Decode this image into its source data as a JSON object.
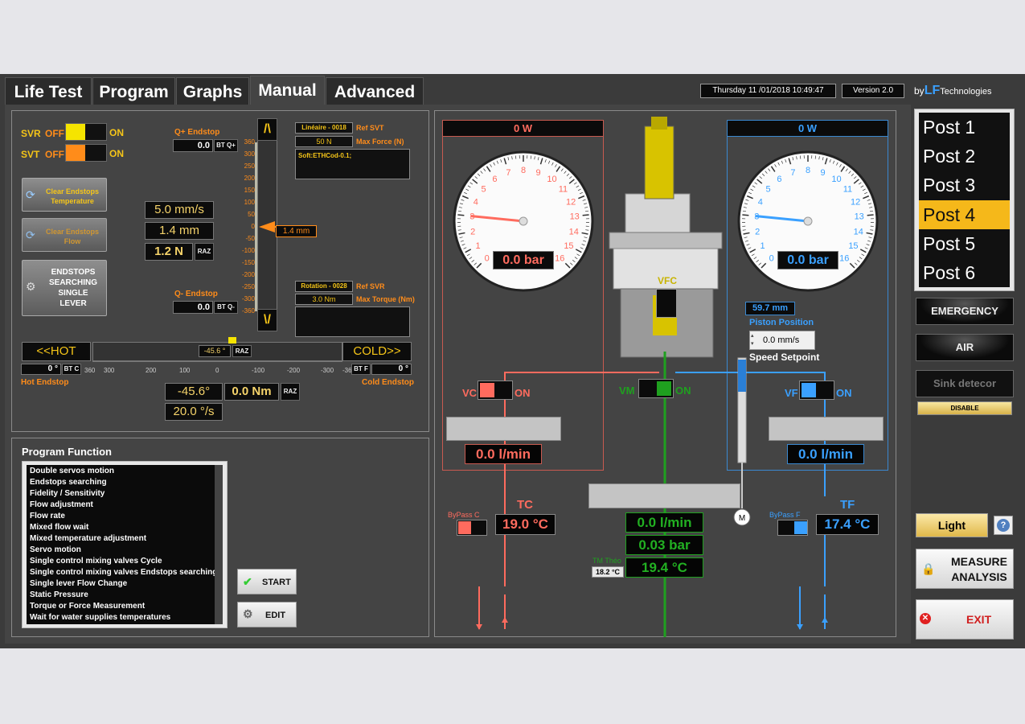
{
  "tabs": [
    "Life Test",
    "Program",
    "Graphs",
    "Manual",
    "Advanced"
  ],
  "header": {
    "datetime": "Thursday 11 /01/2018 10:49:47",
    "version": "Version 2.0",
    "logo_by": "by",
    "logo_lf": "LF",
    "logo_tech": "Technologies"
  },
  "posts": [
    "Post 1",
    "Post 2",
    "Post 3",
    "Post 4",
    "Post 5",
    "Post 6"
  ],
  "active_post": "Post 4",
  "side": {
    "emergency": "EMERGENCY",
    "air": "AIR",
    "sink": "Sink detecor",
    "disable": "DISABLE",
    "light": "Light",
    "help": "?",
    "measure_1": "MEASURE",
    "measure_2": "ANALYSIS",
    "exit": "EXIT"
  },
  "manual": {
    "svr": "SVR",
    "svt": "SVT",
    "off": "OFF",
    "on": "ON",
    "clear_temp_1": "Clear Endstops",
    "clear_temp_2": "Temperature",
    "clear_flow_1": "Clear Endstops",
    "clear_flow_2": "Flow",
    "endstops_1": "ENDSTOPS",
    "endstops_2": "SEARCHING",
    "endstops_3": "SINGLE",
    "endstops_4": "LEVER",
    "q_plus_label": "Q+ Endstop",
    "q_plus_value": "0.0",
    "bt_q_plus": "BT Q+",
    "q_minus_label": "Q- Endstop",
    "q_minus_value": "0.0",
    "bt_q_minus": "BT Q-",
    "speed": "5.0 mm/s",
    "position": "1.4 mm",
    "force": "1.2 N",
    "raz": "RAZ",
    "pointer_value": "1.4 mm",
    "scale_ticks": [
      "360",
      "300",
      "250",
      "200",
      "150",
      "100",
      "50",
      "0",
      "-50",
      "-100",
      "-150",
      "-200",
      "-250",
      "-300",
      "-360"
    ],
    "up": "/\\",
    "down": "\\/",
    "ref_svt_combo": "Linéaire - 0018",
    "ref_svt": "Ref SVT",
    "max_force_value": "50 N",
    "max_force": "Max Force (N)",
    "soft_text": "Soft:ETHCod-0.1;",
    "ref_svr_combo": "Rotation - 0028",
    "ref_svr": "Ref SVR",
    "max_torque_value": "3.0 Nm",
    "max_torque": "Max Torque (Nm)",
    "hot": "<<HOT",
    "cold": "COLD>>",
    "slider_value": "-45.6 °",
    "hot_value": "0 °",
    "bt_c": "BT C",
    "hot_endstop": "Hot Endstop",
    "cold_value": "0 °",
    "bt_f": "BT F",
    "cold_endstop": "Cold Endstop",
    "h_ticks": [
      "360",
      "300",
      "200",
      "100",
      "0",
      "-100",
      "-200",
      "-300",
      "-360"
    ],
    "angle": "-45.6°",
    "torque": "0.0 Nm",
    "ang_speed": "20.0 °/s"
  },
  "program": {
    "title": "Program Function",
    "items": [
      "Double servos motion",
      "Endstops searching",
      "Fidelity / Sensitivity",
      "Flow adjustment",
      "Flow rate",
      "Mixed flow wait",
      "Mixed temperature adjustment",
      "Servo motion",
      "Single control mixing valves Cycle",
      "Single control mixing valves Endstops searching",
      "Single lever Flow Change",
      "Static Pressure",
      "Torque or Force Measurement",
      "Wait for water supplies temperatures"
    ],
    "start": "START",
    "edit": "EDIT"
  },
  "synoptic": {
    "hot_power": "0 W",
    "cold_power": "0 W",
    "gauge_ticks": [
      "0",
      "1",
      "2",
      "3",
      "4",
      "5",
      "6",
      "7",
      "8",
      "9",
      "10",
      "11",
      "12",
      "13",
      "14",
      "15",
      "16"
    ],
    "hot_pressure": "0.0 bar",
    "cold_pressure": "0.0 bar",
    "hot_gauge_value": 3.0,
    "cold_gauge_value": 3.0,
    "vfc": "VFC",
    "vc": "VC",
    "vm": "VM",
    "vf": "VF",
    "on": "ON",
    "piston_value": "59.7 mm",
    "piston_label": "Piston Position",
    "speed_setpoint_value": "0.0 mm/s",
    "speed_setpoint": "Speed Setpoint",
    "hot_flow": "0.0 l/min",
    "cold_flow": "0.0 l/min",
    "tc": "TC",
    "tc_value": "19.0 °C",
    "bypass_c": "ByPass C",
    "tf": "TF",
    "tf_value": "17.4 °C",
    "bypass_f": "ByPass F",
    "mix_flow": "0.0 l/min",
    "mix_pressure": "0.03 bar",
    "mix_temp": "19.4 °C",
    "tm_theo": "TM Théo",
    "tm_theo_value": "18.2 °C"
  },
  "colors": {
    "hot": "#ff6b5e",
    "cold": "#3aa0ff",
    "mix": "#1fa01f",
    "accent": "#f5c518",
    "orange": "#ff8c1a"
  }
}
